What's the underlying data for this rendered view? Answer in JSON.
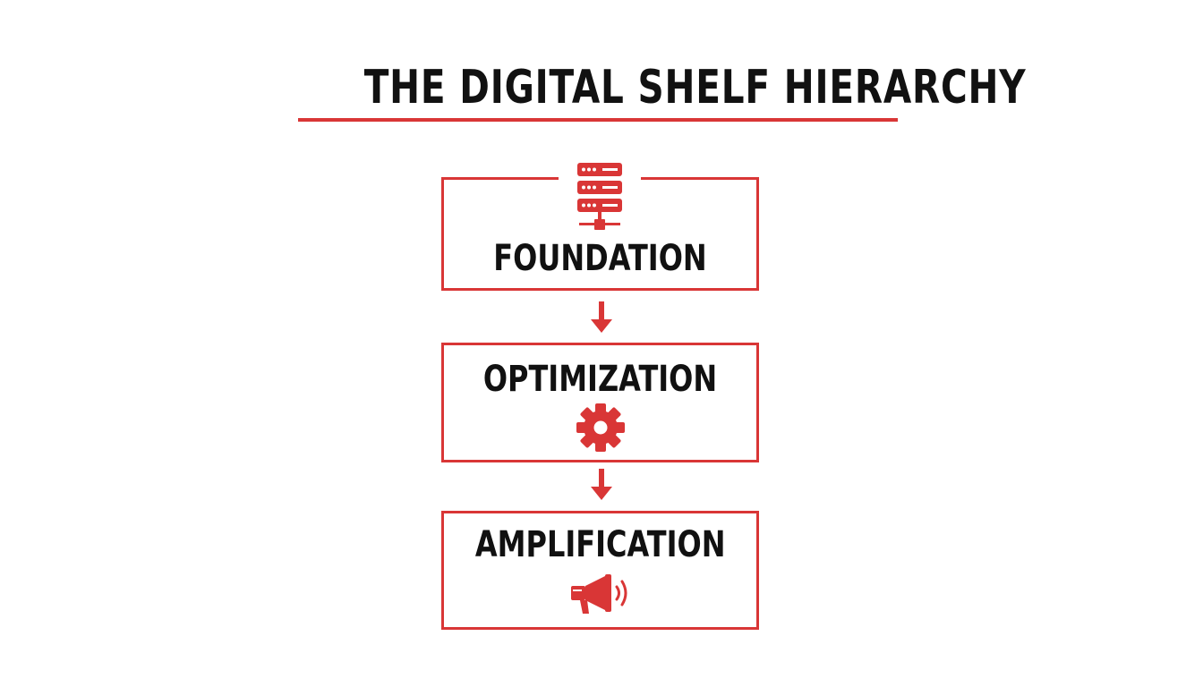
{
  "title": "THE DIGITAL SHELF HIERARCHY",
  "accent_color": "#d93636",
  "text_color": "#111111",
  "levels": [
    {
      "label": "FOUNDATION",
      "icon": "server-rack-icon"
    },
    {
      "label": "OPTIMIZATION",
      "icon": "gear-icon"
    },
    {
      "label": "AMPLIFICATION",
      "icon": "megaphone-icon"
    }
  ],
  "connectors": [
    "arrow-down-icon",
    "arrow-down-icon"
  ]
}
